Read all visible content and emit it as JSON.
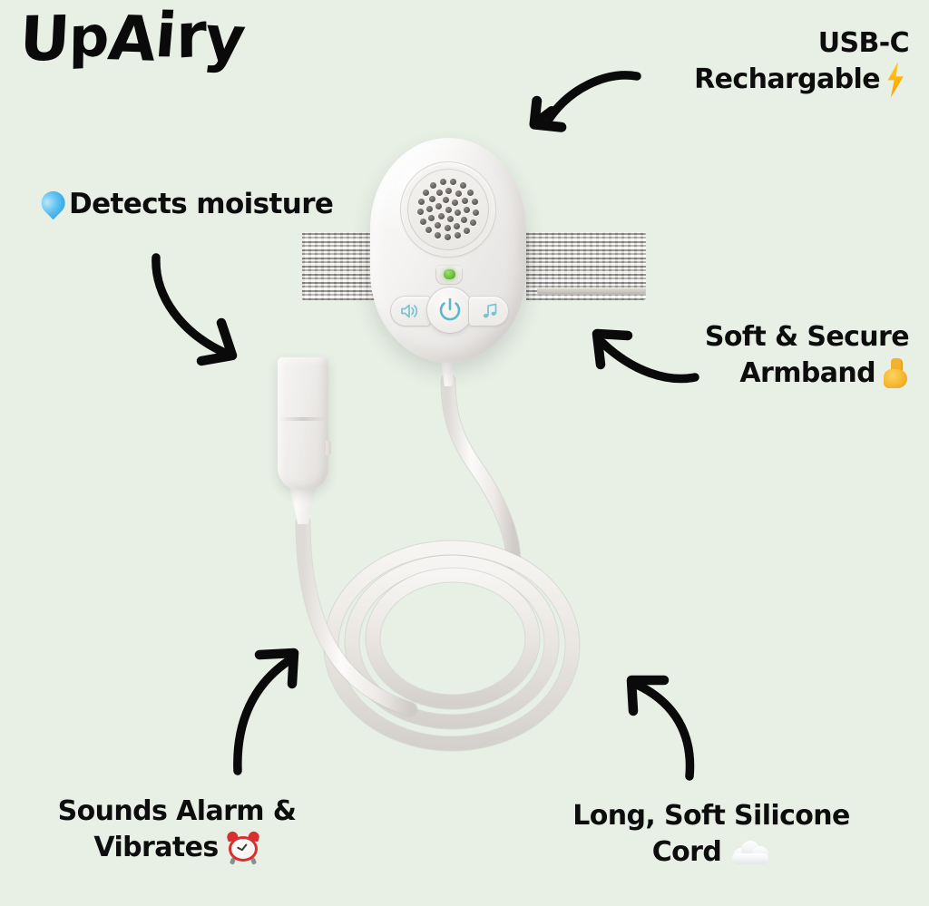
{
  "brand": {
    "name": "UpAiry",
    "letters": [
      "U",
      "p",
      "A",
      "i",
      "r",
      "y"
    ]
  },
  "background_color": "#e8f0e6",
  "text_color": "#0d0d0d",
  "callouts": [
    {
      "id": "usb-c-rechargable",
      "line1": "USB-C",
      "line2": "Rechargable",
      "emoji": "⚡",
      "emoji_name": "high-voltage-lightning-emoji",
      "align": "right"
    },
    {
      "id": "detects-moisture",
      "line1": "Detects moisture",
      "line2": "",
      "emoji": "💧",
      "emoji_name": "droplet-emoji",
      "align": "left"
    },
    {
      "id": "soft-secure-armband",
      "line1": "Soft & Secure",
      "line2": "Armband",
      "emoji": "💪",
      "emoji_name": "flexed-biceps-emoji",
      "align": "right"
    },
    {
      "id": "sounds-alarm-vibrates",
      "line1": "Sounds Alarm &",
      "line2": "Vibrates",
      "emoji": "⏰",
      "emoji_name": "alarm-clock-emoji",
      "align": "center"
    },
    {
      "id": "long-soft-silicone-cord",
      "line1": "Long, Soft Silicone",
      "line2": "Cord",
      "emoji": "☁️",
      "emoji_name": "cloud-emoji",
      "align": "center"
    }
  ],
  "product": {
    "name": "bedwetting-alarm-device",
    "body_color": "#f4f2f1",
    "strap_color": "#cfccc6",
    "led_color": "#68c23c",
    "button_icon_color": "#79c2d0",
    "buttons": [
      {
        "id": "volume",
        "icon": "speaker-volume-icon",
        "label": "Volume"
      },
      {
        "id": "power",
        "icon": "power-icon",
        "label": "Power"
      },
      {
        "id": "music",
        "icon": "music-note-icon",
        "label": "Sound / Melody"
      }
    ],
    "parts": [
      {
        "id": "speaker-grille",
        "label": "Speaker grille"
      },
      {
        "id": "status-led",
        "label": "Status LED"
      },
      {
        "id": "armband-strap-left",
        "label": "Armband strap left"
      },
      {
        "id": "armband-strap-right",
        "label": "Armband strap right"
      },
      {
        "id": "moisture-sensor-clip",
        "label": "Moisture sensor clip"
      },
      {
        "id": "silicone-cord",
        "label": "Silicone cord"
      }
    ]
  },
  "arrows": [
    {
      "id": "arrow-usb-c",
      "points_to": "device-top",
      "direction": "down-left"
    },
    {
      "id": "arrow-moisture",
      "points_to": "sensor-clip",
      "direction": "down-right"
    },
    {
      "id": "arrow-armband",
      "points_to": "armband-strap",
      "direction": "up-left"
    },
    {
      "id": "arrow-alarm",
      "points_to": "device-speaker",
      "direction": "up-right"
    },
    {
      "id": "arrow-cord",
      "points_to": "silicone-cord",
      "direction": "up-left"
    }
  ]
}
